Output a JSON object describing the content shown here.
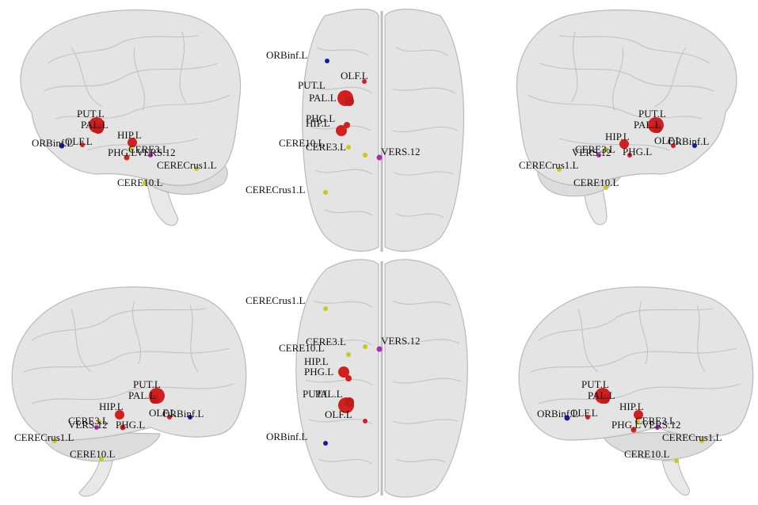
{
  "node_colors": {
    "ORBinf.L": "#1a1aa8",
    "OLF.L": "#d21f1f",
    "PUT.L": "#d21f1f",
    "PAL.L": "#d21f1f",
    "HIP.L": "#d21f1f",
    "PHG.L": "#d21f1f",
    "CERE3.L": "#c8c81e",
    "VERS.12": "#b02ab0",
    "CERE10.L": "#c8c81e",
    "CERECrus1.L": "#c8c81e"
  },
  "panels": [
    {
      "view": "left-sagittal",
      "labels": [
        "PUT.L",
        "PAL.L",
        "HIP.L",
        "ORBinf.L",
        "OLF.L",
        "CERE3.L",
        "PHG.L",
        "VERS.12",
        "CERECrus1.L",
        "CERE10.L"
      ]
    },
    {
      "view": "dorsal-axial",
      "labels": [
        "ORBinf.L",
        "OLF.L",
        "PUT.L",
        "PAL.L",
        "PHG.L",
        "HIP.L",
        "CERE10.L",
        "CERE3.L",
        "VERS.12",
        "CERECrus1.L"
      ]
    },
    {
      "view": "right-sagittal",
      "labels": [
        "PUT.L",
        "PAL.L",
        "HIP.L",
        "OLF.L",
        "ORBinf.L",
        "CERE3.L",
        "VERS.12",
        "PHG.L",
        "CERECrus1.L",
        "CERE10.L"
      ]
    },
    {
      "view": "posterior-coronal",
      "labels": [
        "PUT.L",
        "PAL.L",
        "HIP.L",
        "OLF.L",
        "ORBinf.L",
        "CERE3.L",
        "VERS.12",
        "PHG.L",
        "CERECrus1.L",
        "CERE10.L"
      ]
    },
    {
      "view": "ventral-axial",
      "labels": [
        "CERECrus1.L",
        "CERE3.L",
        "VERS.12",
        "CERE10.L",
        "HIP.L",
        "PHG.L",
        "PUT.L",
        "PAL.L",
        "OLF.L",
        "ORBinf.L"
      ]
    },
    {
      "view": "anterior-coronal",
      "labels": [
        "PUT.L",
        "PAL.L",
        "HIP.L",
        "ORBinf.L",
        "OLF.L",
        "CERE3.L",
        "PHG.L",
        "VERS.12",
        "CERECrus1.L",
        "CERE10.L"
      ]
    }
  ]
}
